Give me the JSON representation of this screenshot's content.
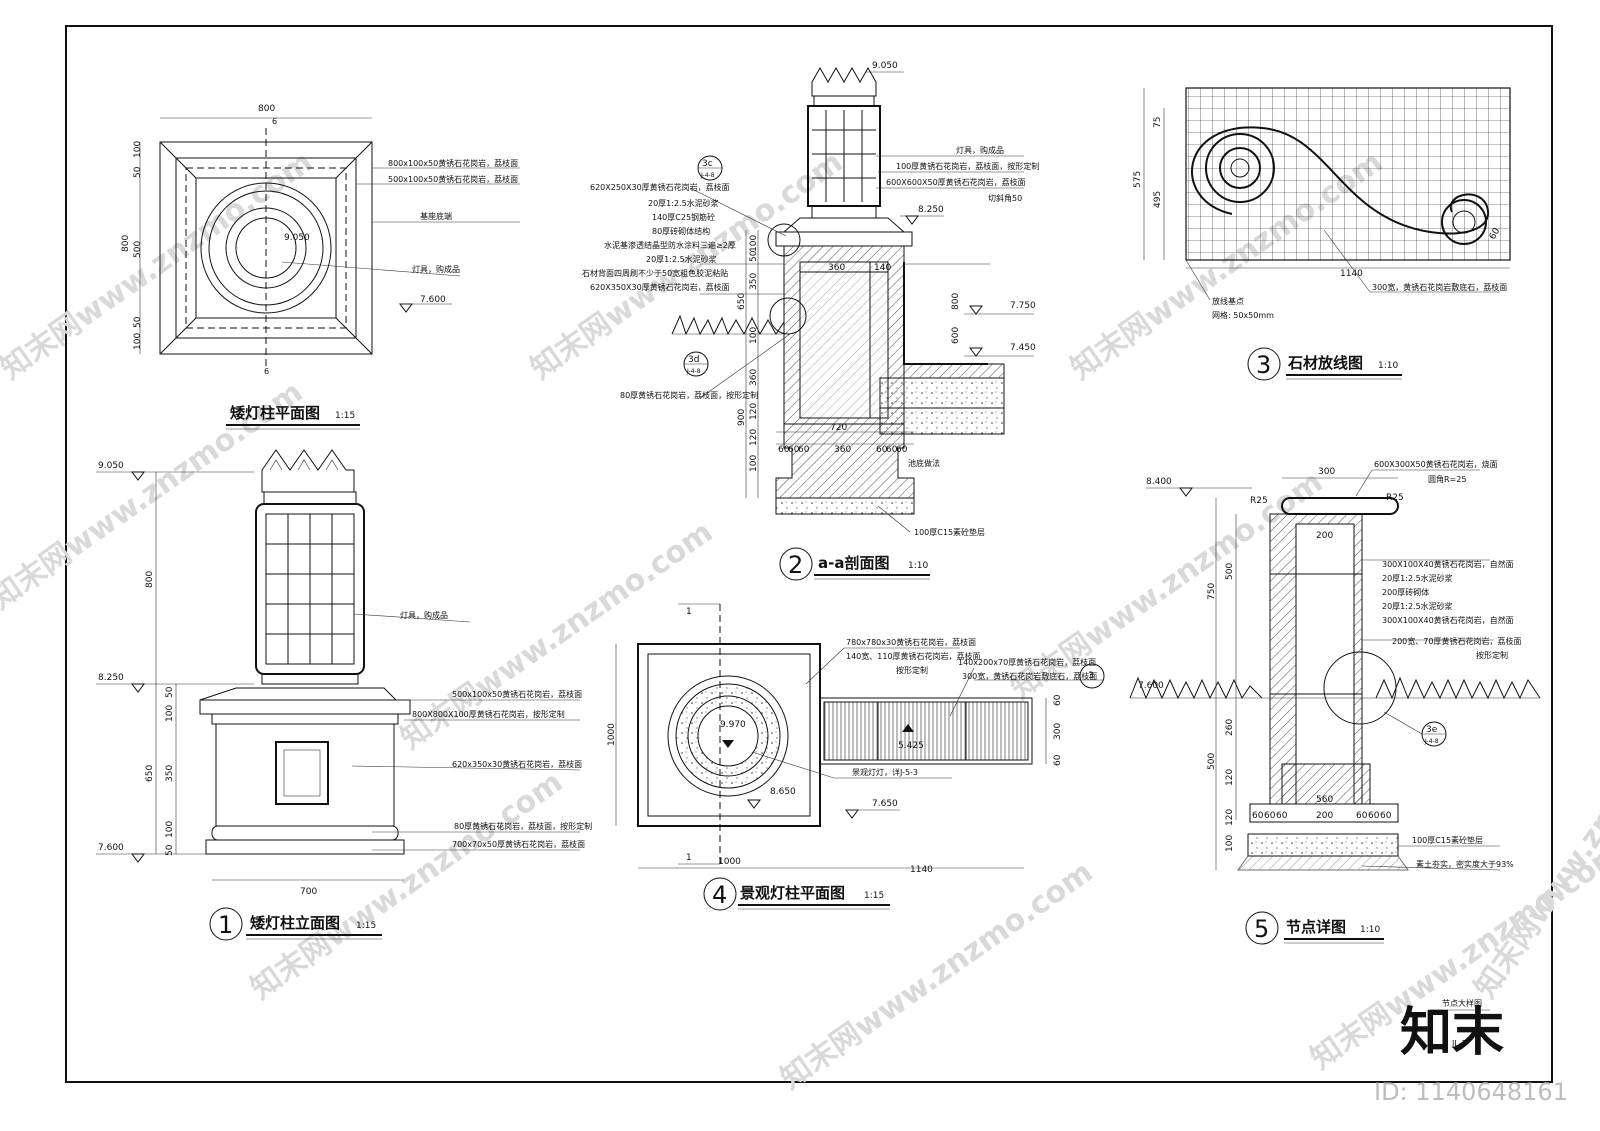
{
  "watermarks": [
    "知末网www.znzmo.com",
    "知末网www.znzmo.com",
    "知末网www.znzmo.com",
    "知末网www.znzmo.com",
    "知末网www.znzmo.com",
    "知末网www.znzmo.com",
    "知末网www.znzmo.com",
    "知末网www.znzmo.com",
    "知末网www.znzmo.com",
    "知末网www.znzmo.com"
  ],
  "brand": {
    "logo": "知末",
    "id_label": "ID: 1140648161"
  },
  "titleblock": {
    "name": "节点大样图",
    "number": "JL-7"
  },
  "view_plan": {
    "title": "矮灯柱平面图",
    "scale": "1:15",
    "dims": {
      "top": "800",
      "left_total": "800",
      "left_parts": [
        "100",
        "50",
        "500",
        "50",
        "100"
      ],
      "center_elev": "9.050",
      "ground_elev": "7.600",
      "cut_mark": "6"
    },
    "notes": [
      "800x100x50黄锈石花岗岩，荔枝面",
      "500x100x50黄锈石花岗岩，荔枝面",
      "基座底端",
      "灯具，购成品"
    ]
  },
  "view_elev": {
    "title": "矮灯柱立面图",
    "number": "1",
    "scale": "1:15",
    "elevs": [
      "9.050",
      "8.250",
      "7.600"
    ],
    "dims": {
      "lamp_h": "800",
      "base_h": "650",
      "parts": [
        "50",
        "100",
        "350",
        "100",
        "50"
      ],
      "width": "700"
    },
    "notes": [
      "灯具，购成品",
      "500x100x50黄锈石花岗岩，荔枝面",
      "800X800X100厚黄锈石花岗岩，按形定制",
      "620x350x30黄锈石花岗岩，荔枝面",
      "80厚黄锈石花岗岩，荔枝面，按形定制",
      "700x70x50厚黄锈石花岗岩，荔枝面"
    ]
  },
  "view_section": {
    "title": "a-a剖面图",
    "number": "2",
    "scale": "1:10",
    "elevs": [
      "9.050",
      "8.250",
      "7.750",
      "7.450"
    ],
    "callouts": [
      "3c",
      "3d"
    ],
    "callout_ref": "J-4-8",
    "notes_left": [
      "620X250X30厚黄锈石花岗岩，荔枝面",
      "20厚1:2.5水泥砂浆",
      "140厚C25钢筋砼",
      "80厚砖砌体结构",
      "水泥基渗透结晶型防水涂料三遍≥2厚",
      "20厚1:2.5水泥砂浆",
      "石材背面四周刷不少于50宽粗色胶泥粘贴",
      "620X350X30厚黄锈石花岗岩，荔枝面"
    ],
    "notes_right": [
      "灯具，购成品",
      "100厚黄锈石花岗岩，荔枝面，按形定制",
      "600X600X50厚黄锈石花岗岩，荔枝面",
      "切斜角50"
    ],
    "note_bottom_left": "80厚黄锈石花岗岩，荔枝面，按形定制",
    "note_pool": "池底做法",
    "note_base": "100厚C15素砼垫层",
    "dims": [
      "100",
      "50",
      "350",
      "650",
      "100",
      "360",
      "900",
      "120",
      "120",
      "100",
      "360",
      "140",
      "800",
      "600",
      "720",
      "60",
      "60",
      "60",
      "360",
      "60",
      "60",
      "60"
    ]
  },
  "view_stone": {
    "title": "石材放线图",
    "number": "3",
    "scale": "1:10",
    "dims": {
      "h_total": "575",
      "h_top": "75",
      "h_main": "495",
      "width": "1140",
      "small": "60"
    },
    "notes": [
      "放线基点",
      "网格: 50x50mm",
      "300宽，黄锈石花岗岩敷底石，荔枝面"
    ]
  },
  "view_lamp_plan": {
    "title": "景观灯柱平面图",
    "number": "4",
    "scale": "1:15",
    "elevs": [
      "9.970",
      "8.650",
      "7.650",
      "5.425"
    ],
    "cut_marks": [
      "1",
      "1"
    ],
    "dims": {
      "left": "1000",
      "bottom_left": "1000",
      "bottom_right": "1140",
      "strip": "300",
      "strip_a": "60",
      "strip_b": "60"
    },
    "notes": [
      "780x780x30黄锈石花岗岩，荔枝面",
      "140宽、110厚黄锈石花岗岩，荔枝面",
      "按形定制",
      "140x200x70厚黄锈石花岗岩，荔枝面",
      "300宽，黄锈石花岗岩敷底石，荔枝面",
      "景观灯灯，详J-5-3"
    ],
    "ref_num": "3"
  },
  "view_detail": {
    "title": "节点详图",
    "number": "5",
    "scale": "1:10",
    "elev": "8.400",
    "ground": "7.600",
    "callout": "3e",
    "callout_ref": "J-4-8",
    "radius": [
      "R25",
      "R25"
    ],
    "dims": {
      "top": "300",
      "inner": "200",
      "h": [
        "750",
        "500",
        "500",
        "260",
        "120",
        "120",
        "100"
      ],
      "base_w": "560",
      "base_parts": [
        "60",
        "60",
        "60",
        "200",
        "60",
        "60",
        "60"
      ]
    },
    "notes": [
      "600X300X50黄锈石花岗岩，烧面",
      "圆角R=25",
      "300X100X40黄锈石花岗岩，自然面",
      "20厚1:2.5水泥砂浆",
      "200厚砖砌体",
      "20厚1:2.5水泥砂浆",
      "300X100X40黄锈石花岗岩，自然面",
      "200宽、70厚黄锈石花岗岩，荔枝面",
      "按形定制",
      "100厚C15素砼垫层",
      "素土夯实，密实度大于93%"
    ]
  }
}
